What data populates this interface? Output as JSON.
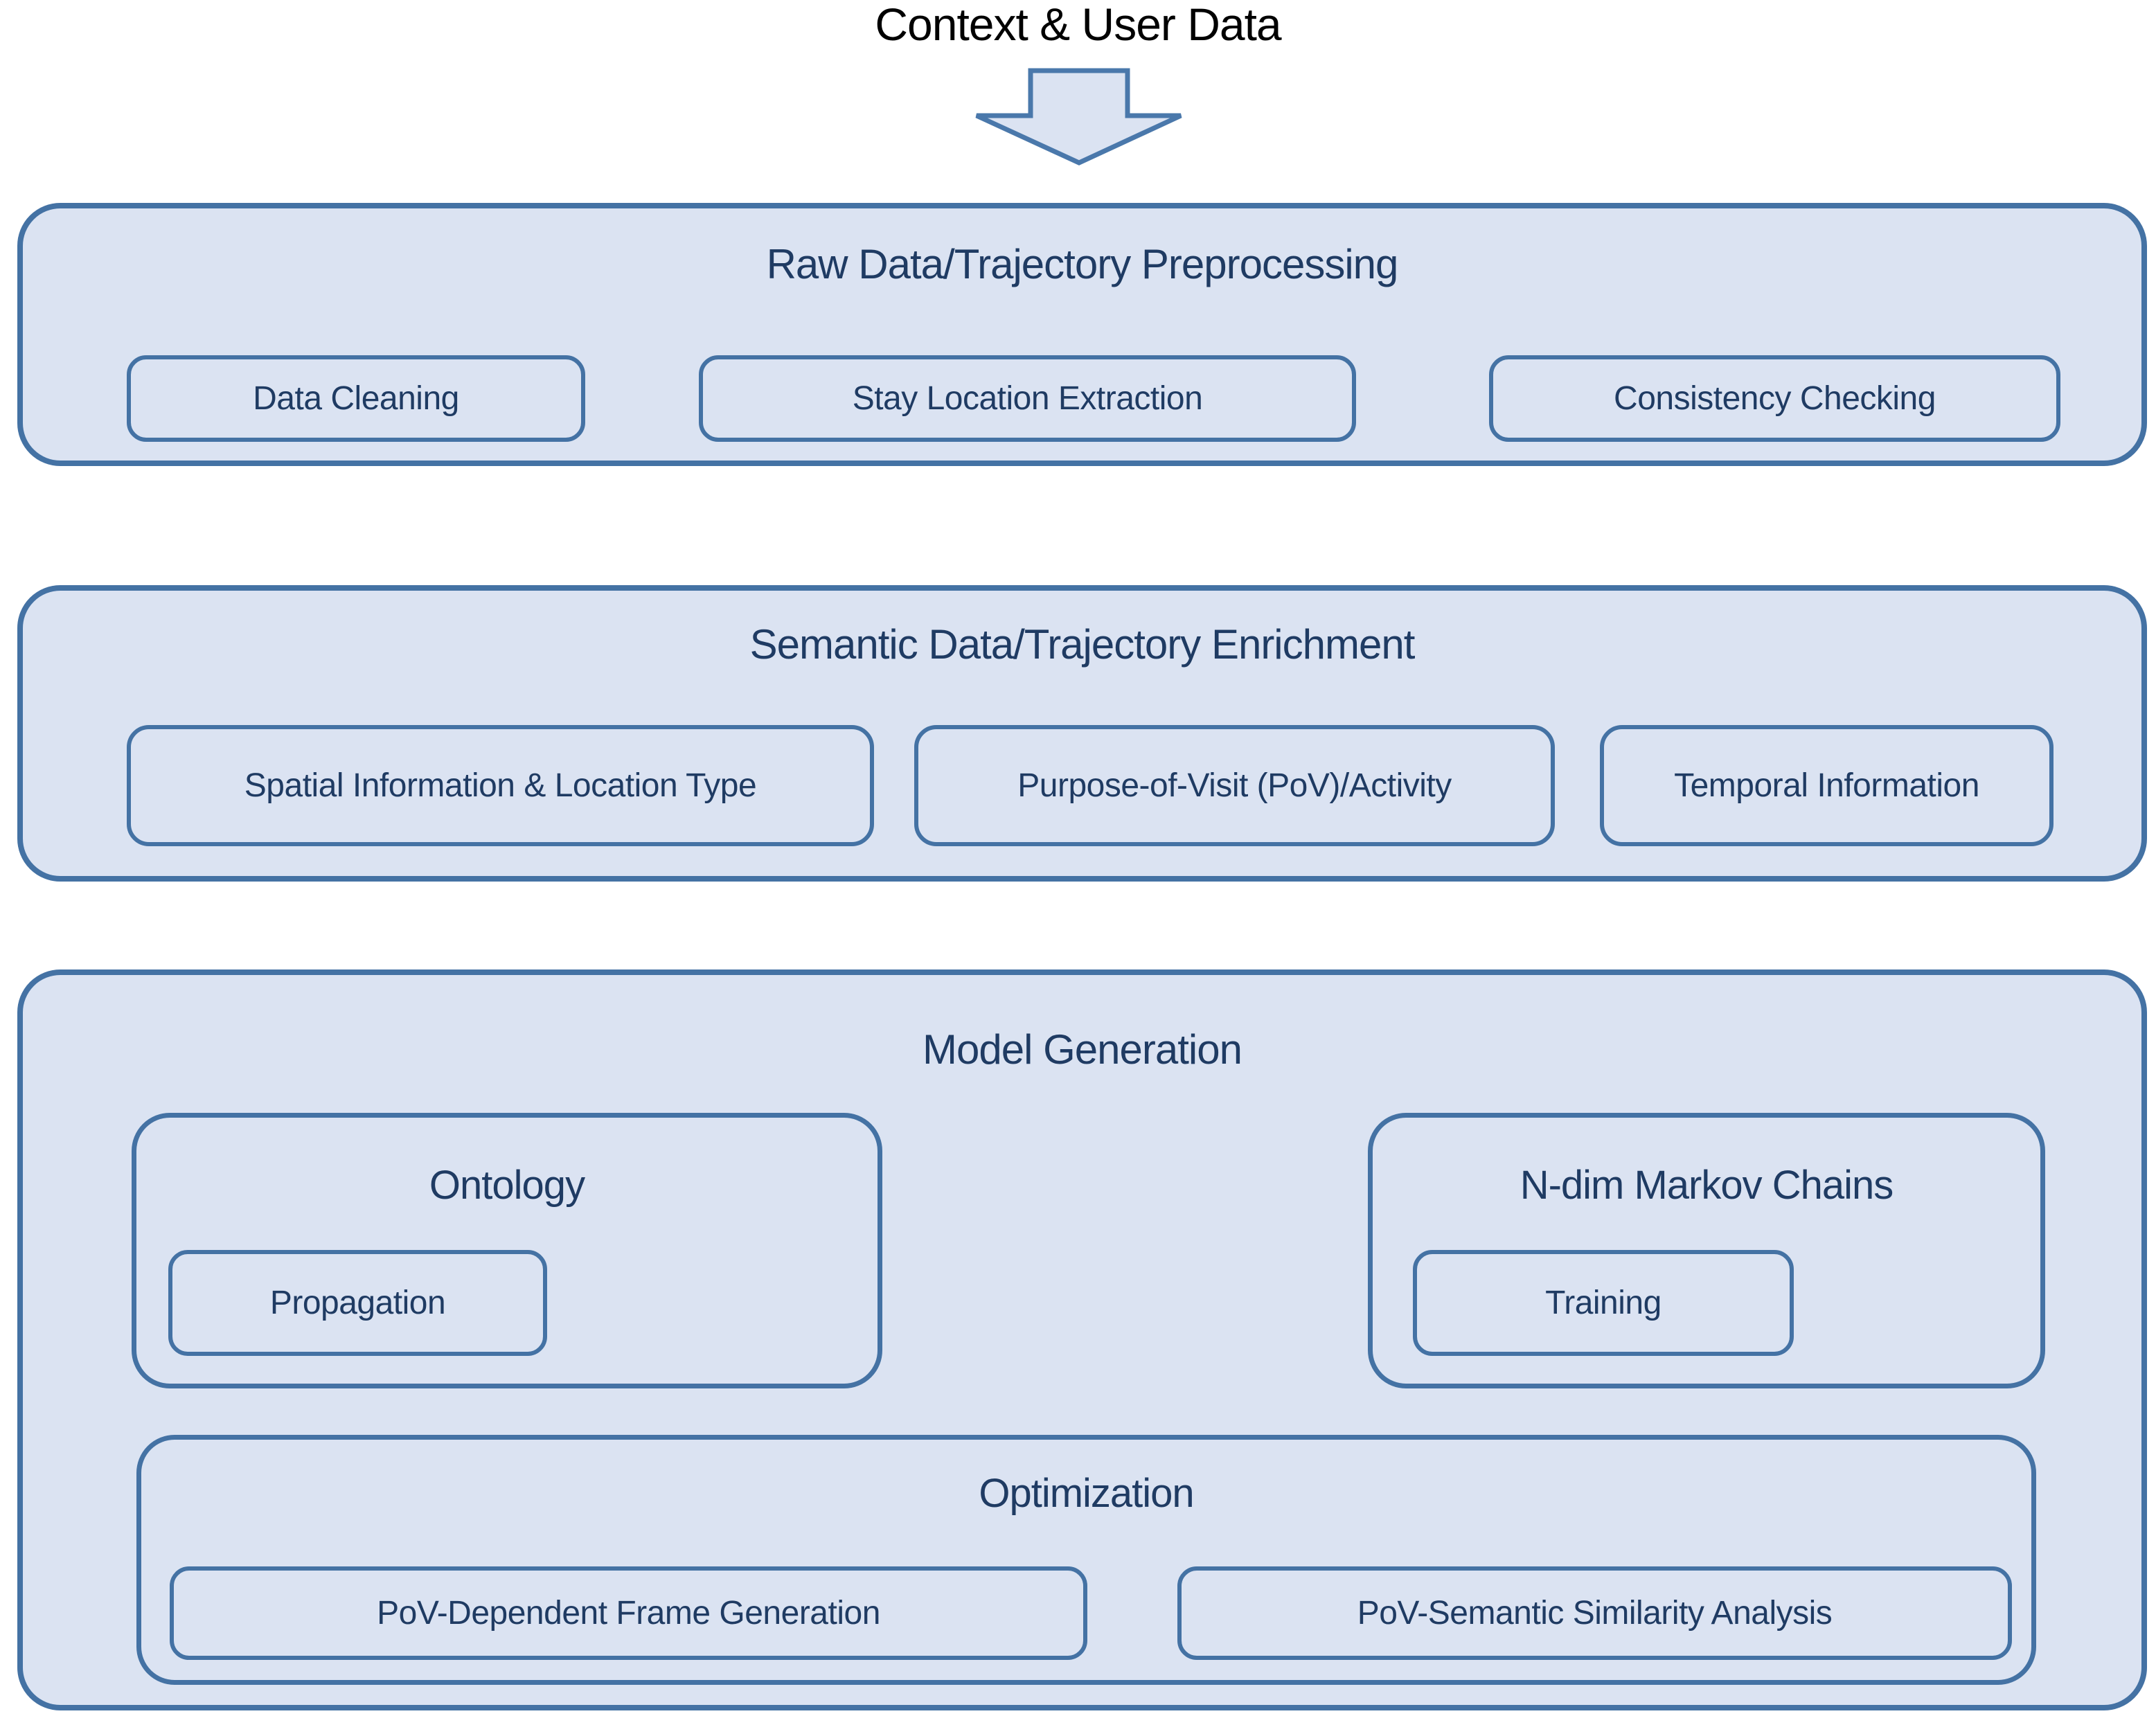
{
  "header": {
    "title": "Context & User Data"
  },
  "icons": {
    "flow_arrow": "down-block-arrow"
  },
  "colors": {
    "page_bg": "#ffffff",
    "box_fill": "#dbe3f2",
    "box_border": "#4472a4",
    "arrow_border": "#4a78ab",
    "box_text": "#1f3b63",
    "title_text": "#000000"
  },
  "sections": [
    {
      "title": "Raw Data/Trajectory Preprocessing",
      "items": [
        "Data Cleaning",
        "Stay Location Extraction",
        "Consistency Checking"
      ]
    },
    {
      "title": "Semantic Data/Trajectory Enrichment",
      "items": [
        "Spatial Information & Location Type",
        "Purpose-of-Visit (PoV)/Activity",
        "Temporal Information"
      ]
    },
    {
      "title": "Model Generation",
      "subsections": [
        {
          "title": "Ontology",
          "items": [
            "Propagation"
          ]
        },
        {
          "title": "N-dim Markov Chains",
          "items": [
            "Training"
          ]
        },
        {
          "title": "Optimization",
          "items": [
            "PoV-Dependent Frame Generation",
            "PoV-Semantic Similarity Analysis"
          ]
        }
      ]
    }
  ]
}
